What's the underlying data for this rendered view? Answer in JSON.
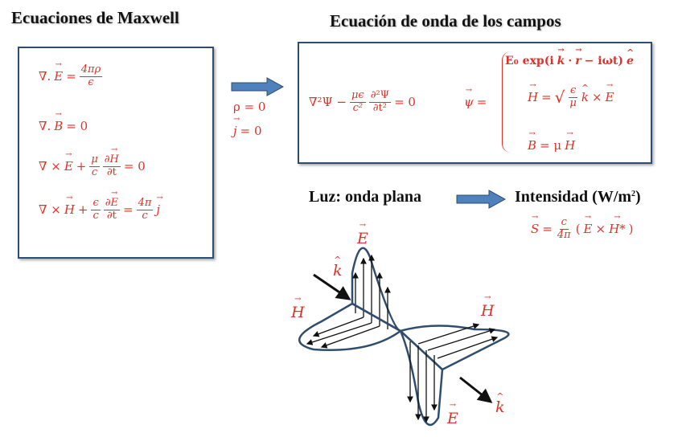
{
  "titles": {
    "maxwell": "Ecuaciones de Maxwell",
    "wave": "Ecuación de onda de los campos",
    "plane_wave": "Luz: onda plana",
    "intensity": "Intensidad (W/m",
    "intensity_sup": "2",
    "intensity_end": ")"
  },
  "conditions": {
    "rho": "ρ = 0",
    "j": "= 0"
  },
  "maxwell": {
    "eq1_lhs": "∇.",
    "eq1_eq": "=",
    "eq1_num": "4πρ",
    "eq1_den": "ϵ",
    "eq2": "∇.",
    "eq2_rhs": "= 0",
    "eq3_lhs": "∇ ×",
    "eq3_plus": "+",
    "eq3_num": "μ",
    "eq3_den": "c",
    "eq3_dnum": "∂",
    "eq3_dden": "∂t",
    "eq3_rhs": "= 0",
    "eq4_lhs": "∇ ×",
    "eq4_plus": "+",
    "eq4_num": "ϵ",
    "eq4_den": "c",
    "eq4_dnum": "∂",
    "eq4_dden": "∂t",
    "eq4_eq": "=",
    "eq4_rnum": "4π",
    "eq4_rden": "c"
  },
  "wave": {
    "lhs": "∇²Ψ −",
    "frac1_num": "μϵ",
    "frac1_den": "c²",
    "frac2_num": "∂²Ψ",
    "frac2_den": "∂t²",
    "rhs": "= 0",
    "psi_eq": "=",
    "case1": "E₀ exp(i",
    "case1_mid": "·",
    "case1_end": "− iωt)",
    "case2_eq": "=",
    "case2_num": "ϵ",
    "case2_den": "μ",
    "case2_x": "×",
    "case3_eq": "= μ"
  },
  "poynting": {
    "eq": "=",
    "num": "c",
    "den": "4π",
    "open": "(",
    "x": "×",
    "close": ")"
  },
  "symbols": {
    "E": "E",
    "B": "B",
    "H": "H",
    "j": "j",
    "k": "k",
    "r": "r",
    "e": "e",
    "S": "S",
    "psi": "ψ",
    "Hstar": "H*"
  },
  "diagram": {
    "E_top": "E",
    "E_bottom": "E",
    "H_left": "H",
    "H_right": "H",
    "k_top": "k",
    "k_bottom": "k"
  },
  "colors": {
    "accent": "#e0302a",
    "box_border": "#2f4d6e",
    "arrow_fill": "#4f81bd"
  }
}
